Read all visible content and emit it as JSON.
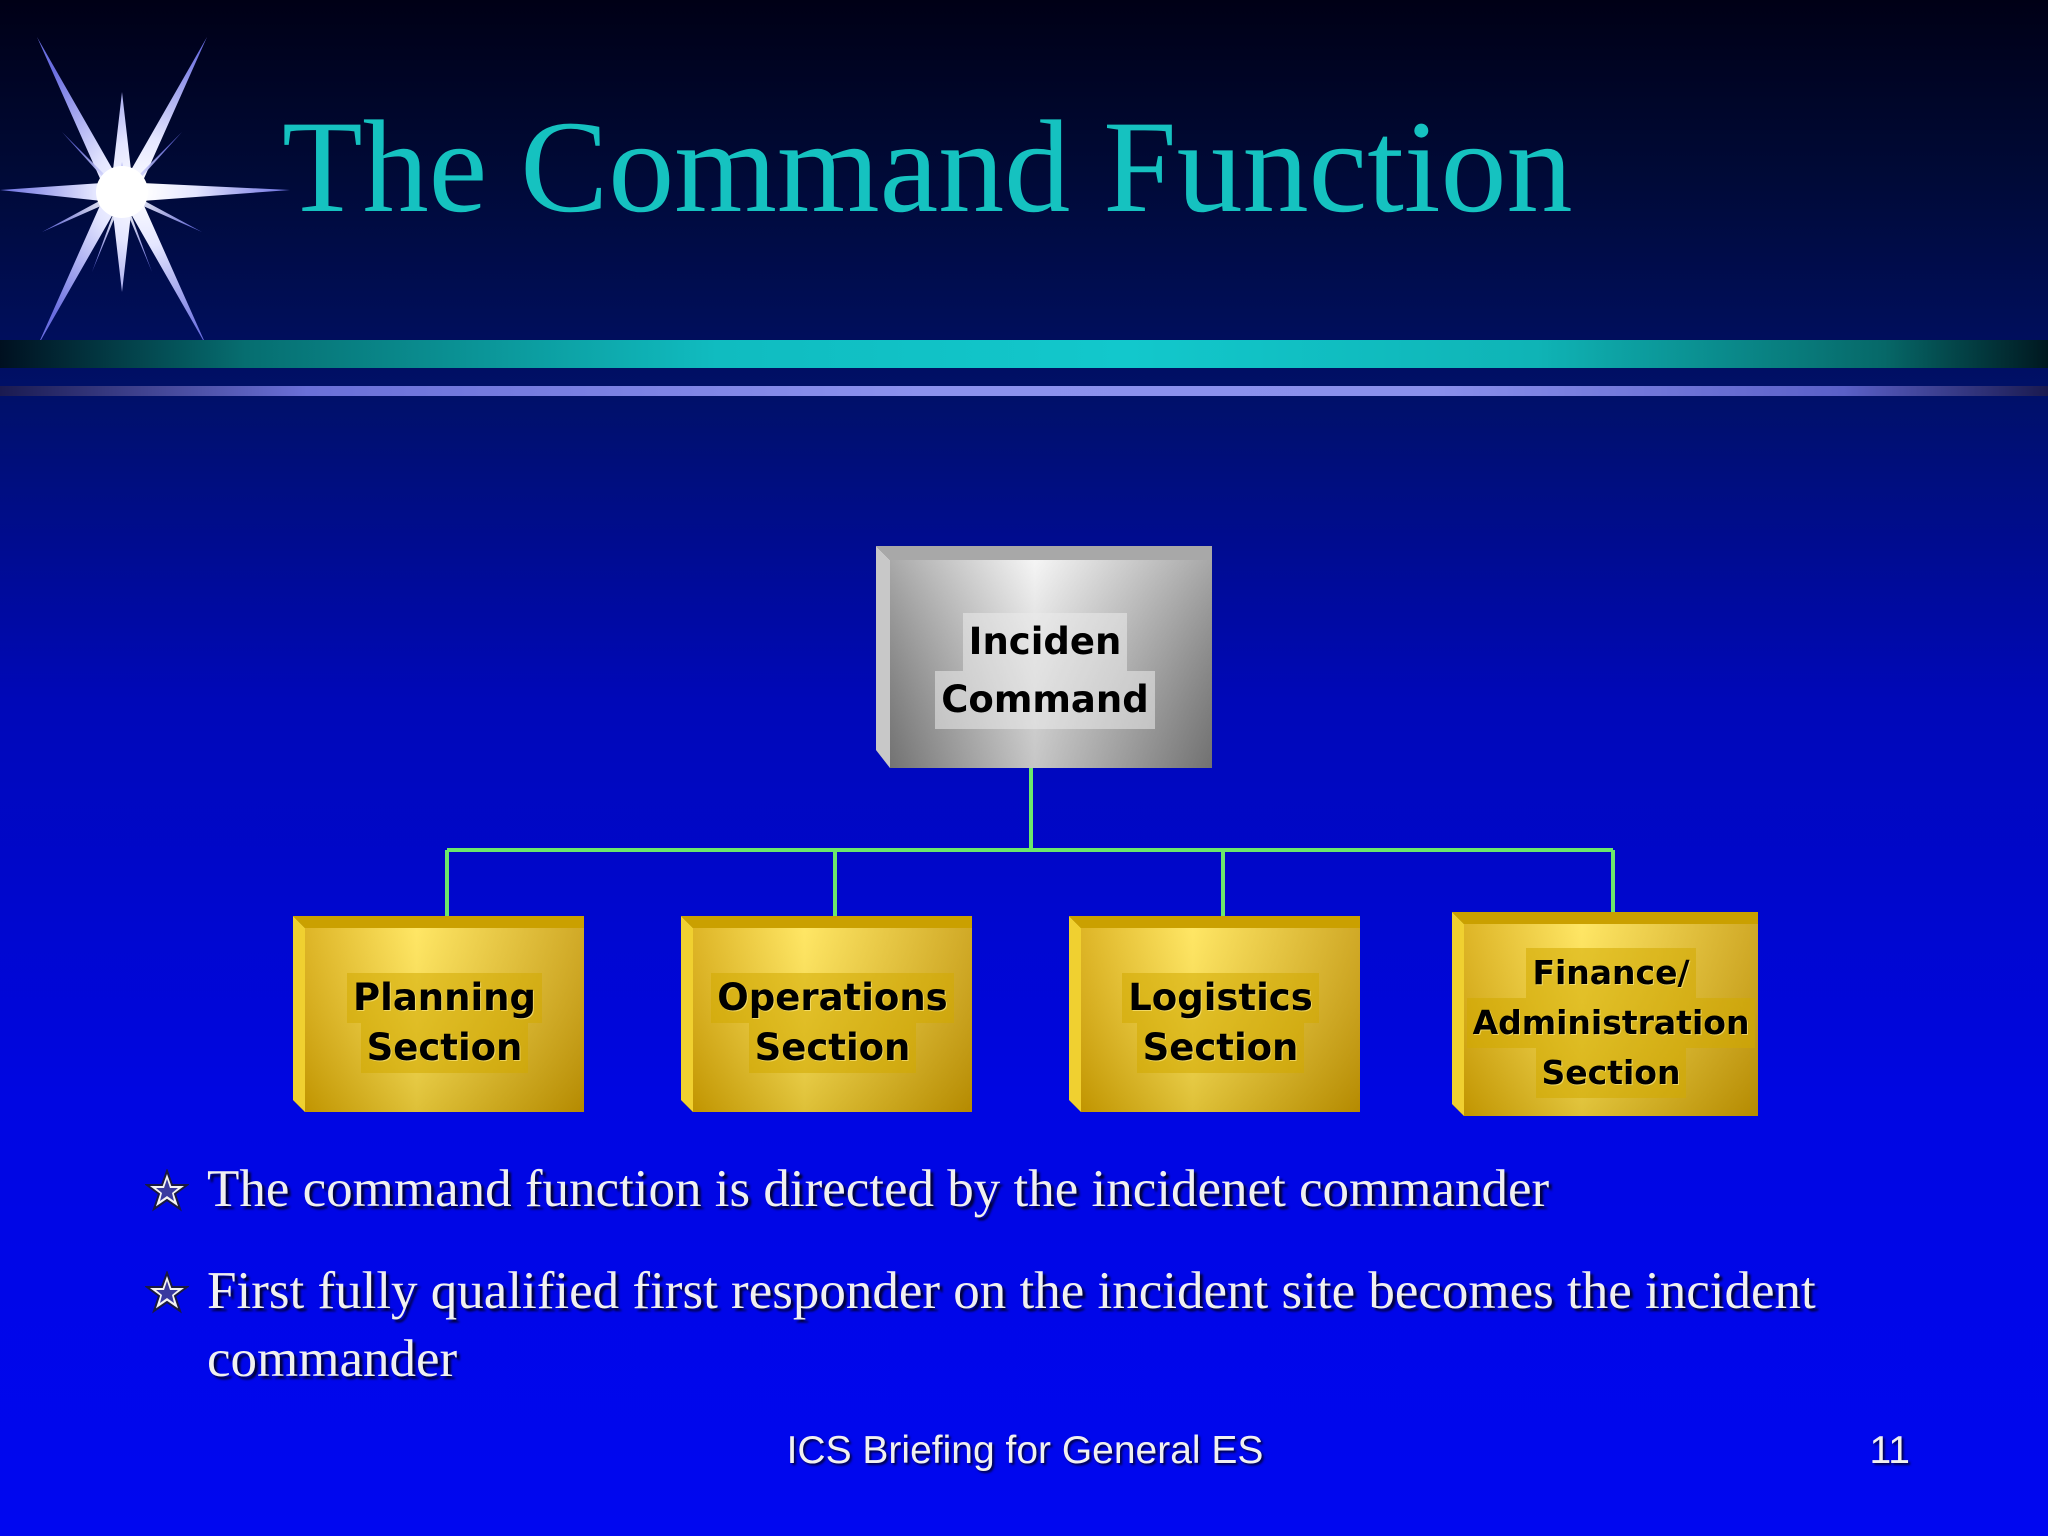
{
  "slide": {
    "title": "The Command Function",
    "footer": "ICS Briefing for General ES",
    "page_number": "11"
  },
  "org_chart": {
    "root": {
      "lines": [
        "Inciden",
        "Command"
      ]
    },
    "sections": [
      {
        "lines": [
          "Planning",
          "Section"
        ]
      },
      {
        "lines": [
          "Operations",
          "Section"
        ]
      },
      {
        "lines": [
          "Logistics",
          "Section"
        ]
      },
      {
        "lines": [
          "Finance/",
          "Administration",
          "Section"
        ]
      }
    ]
  },
  "bullets": [
    "The command function is directed by the incidenet commander",
    "First fully qualified first responder on the incident site becomes the incident commander"
  ],
  "colors": {
    "title": "#15c2c0",
    "connector": "#6be86b",
    "section_box": "#e8c000",
    "command_box": "#b0b0b0"
  },
  "icons": {
    "decoration": "starburst-icon",
    "bullet": "star-bullet-icon"
  }
}
